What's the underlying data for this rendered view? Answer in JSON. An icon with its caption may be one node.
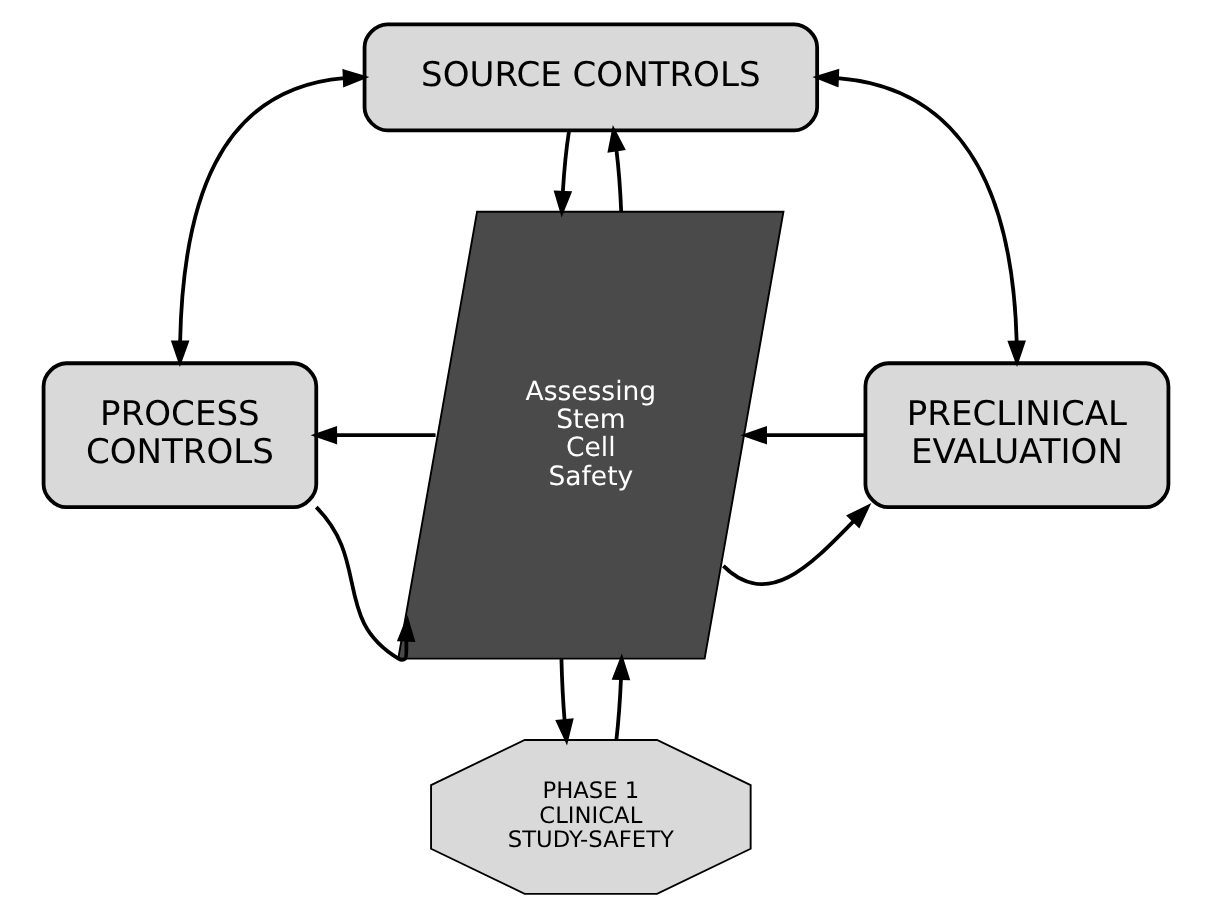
{
  "diagram": {
    "nodes": [
      {
        "text": [
          "SOURCE CONTROLS"
        ]
      },
      {
        "text": [
          "PROCESS CONTROLS"
        ]
      },
      {
        "text": [
          "Assessing Stem Cell Safety"
        ]
      },
      {
        "text": [
          "PRECLINICAL EVALUATION"
        ]
      },
      {
        "text": [
          "PHASE 1 CLINICAL STUDY-SAFETY"
        ]
      }
    ],
    "edges": [
      {
        "from": 0,
        "to": 1,
        "arrow": "both"
      },
      {
        "from": 0,
        "to": 3,
        "arrow": "both"
      },
      {
        "from": 0,
        "to": 2,
        "arrow": "to"
      },
      {
        "from": 2,
        "to": 0,
        "arrow": "to"
      },
      {
        "from": 2,
        "to": 1,
        "arrow": "to"
      },
      {
        "from": 1,
        "to": 2,
        "arrow": "to"
      },
      {
        "from": 3,
        "to": 2,
        "arrow": "to"
      },
      {
        "from": 2,
        "to": 3,
        "arrow": "to"
      },
      {
        "from": 2,
        "to": 4,
        "arrow": "to"
      },
      {
        "from": 4,
        "to": 2,
        "arrow": "to"
      }
    ]
  }
}
